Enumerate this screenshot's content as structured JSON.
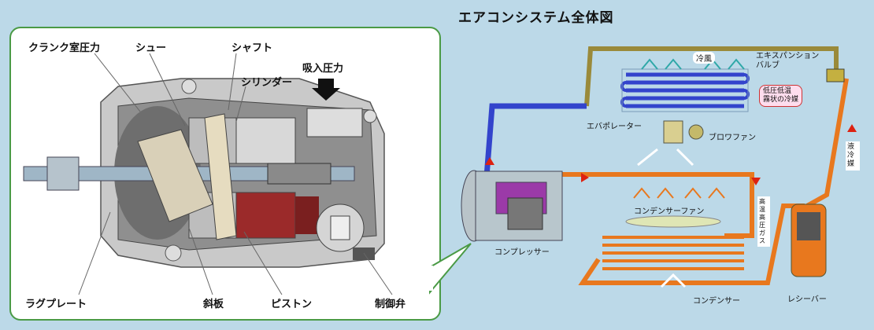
{
  "title": "エアコンシステム全体図",
  "compressor_labels": {
    "crank_pressure": "クランク室圧力",
    "shoe": "シュー",
    "shaft": "シャフト",
    "cylinder": "シリンダー",
    "suction_pressure": "吸入圧力",
    "lug_plate": "ラグプレート",
    "swash_plate": "斜板",
    "piston": "ピストン",
    "control_valve": "制御弁"
  },
  "system_labels": {
    "expansion_valve": "エキスパンション\nバルブ",
    "evaporator": "エバポレーター",
    "blower_fan": "ブロワファン",
    "condenser_fan": "コンデンサーファン",
    "compressor": "コンプレッサー",
    "condenser": "コンデンサー",
    "receiver": "レシーバー",
    "cold_air": "冷風",
    "low_pressure_mist": "低圧低温\n霧状の冷媒",
    "liquid_refrigerant": "液冷媒",
    "high_pressure_gas": "高温高圧ガス"
  },
  "colors": {
    "background": "#bcd9e8",
    "callout_border": "#4a9a45",
    "low_pressure_line": "#3344cc",
    "high_pressure_line": "#e8781e",
    "liquid_line": "#9a8a3a",
    "arrow_red": "#dd2211"
  }
}
